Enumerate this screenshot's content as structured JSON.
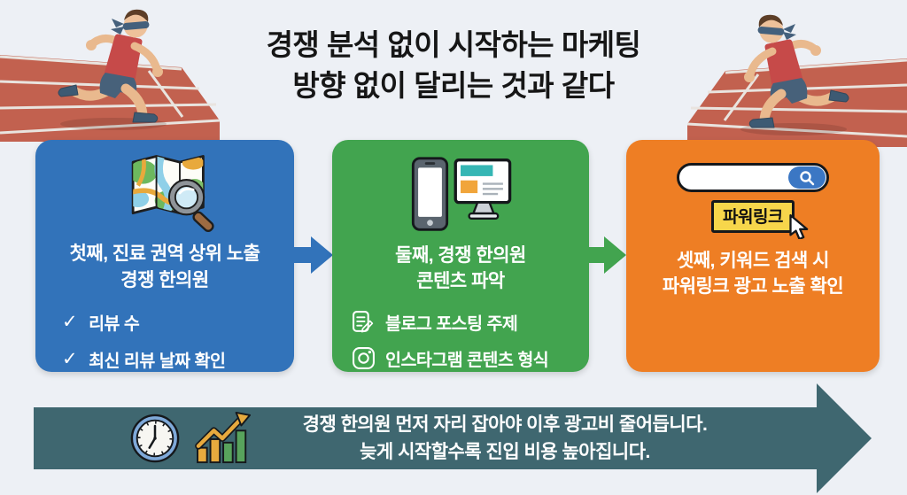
{
  "title": {
    "line1": "경쟁 분석 없이 시작하는 마케팅",
    "line2": "방향 없이 달리는 것과 같다"
  },
  "cards": [
    {
      "step": "first",
      "accent_color": "#3273ba",
      "icon": "map-with-magnifier-icon",
      "title_line1": "첫째, 진료 권역 상위 노출",
      "title_line2": "경쟁 한의원",
      "items": [
        {
          "icon": "check-icon",
          "check_glyph": "✓",
          "label": "리뷰 수"
        },
        {
          "icon": "check-icon",
          "check_glyph": "✓",
          "label": "최신 리뷰 날짜 확인"
        }
      ]
    },
    {
      "step": "second",
      "accent_color": "#42a44f",
      "icon": "phone-and-monitor-icon",
      "title_line1": "둘째, 경쟁 한의원",
      "title_line2": "콘텐츠 파악",
      "items": [
        {
          "icon": "blog-post-icon",
          "label": "블로그 포스팅 주제"
        },
        {
          "icon": "instagram-icon",
          "label": "인스타그램 콘텐츠 형식"
        }
      ]
    },
    {
      "step": "third",
      "accent_color": "#ee7e24",
      "icon": "search-bar-powerlink-icon",
      "powerlink_label": "파워링크",
      "title_line1": "셋째, 키워드 검색 시",
      "title_line2": "파워링크 광고 노출 확인",
      "items": []
    }
  ],
  "flow_arrows": [
    {
      "between": "card1-card2",
      "color": "#3273ba"
    },
    {
      "between": "card2-card3",
      "color": "#42a44f"
    }
  ],
  "banner": {
    "background_color": "#3f6770",
    "icons": [
      "clock-icon",
      "growth-chart-icon"
    ],
    "line1": "경쟁 한의원 먼저 자리 잡아야 이후 광고비 줄어듭니다.",
    "line2": "늦게 시작할수록 진입 비용 높아집니다."
  },
  "decorations": {
    "left_runner": "blindfolded-runner-facing-right",
    "right_runner": "blindfolded-runner-facing-left"
  },
  "colors": {
    "background": "#edf0f5",
    "title_text": "#161616",
    "card_text": "#ffffff",
    "track": "#c2614f",
    "powerlink_bg": "#f7d64b",
    "clock_ring": "#7fa9d9",
    "chart_yellow": "#e7aa3e",
    "chart_green": "#58a35c"
  }
}
